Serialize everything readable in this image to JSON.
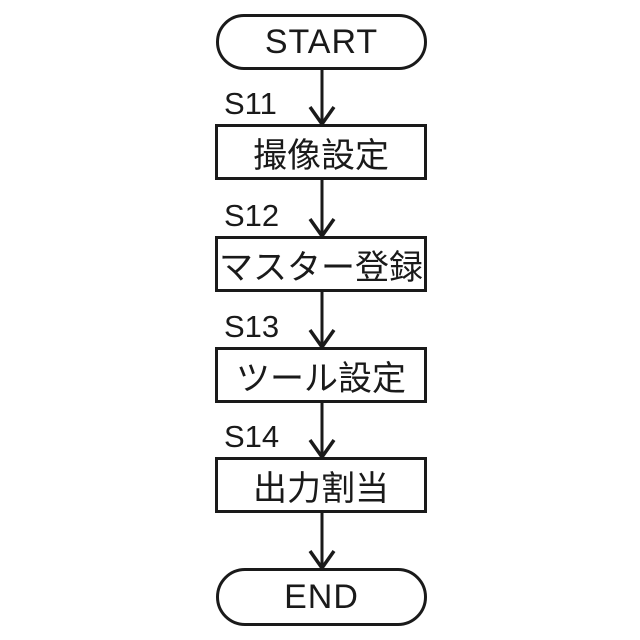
{
  "flowchart": {
    "figure_type": "vertical-flowchart",
    "nodes": [
      {
        "id": "start",
        "type": "terminator",
        "label": "START"
      },
      {
        "id": "s11",
        "type": "process",
        "step": "S11",
        "label": "撮像設定"
      },
      {
        "id": "s12",
        "type": "process",
        "step": "S12",
        "label": "マスター登録"
      },
      {
        "id": "s13",
        "type": "process",
        "step": "S13",
        "label": "ツール設定"
      },
      {
        "id": "s14",
        "type": "process",
        "step": "S14",
        "label": "出力割当"
      },
      {
        "id": "end",
        "type": "terminator",
        "label": "END"
      }
    ],
    "edges": [
      {
        "from": "start",
        "to": "s11"
      },
      {
        "from": "s11",
        "to": "s12"
      },
      {
        "from": "s12",
        "to": "s13"
      },
      {
        "from": "s13",
        "to": "s14"
      },
      {
        "from": "s14",
        "to": "end"
      }
    ],
    "colors": {
      "stroke": "#1a1a1a",
      "text": "#1a1a1a",
      "background": "#ffffff"
    }
  }
}
